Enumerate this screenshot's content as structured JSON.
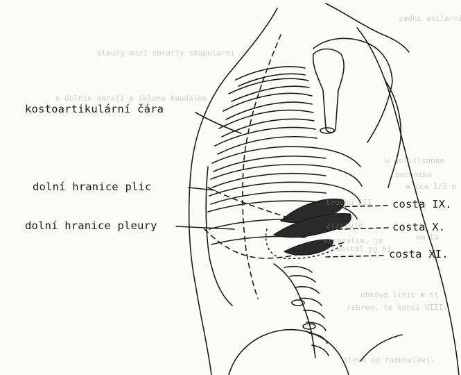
{
  "labels": {
    "kostoartikularni": "kostoartikulární čára",
    "plic": "dolní hranice plic",
    "pleury": "dolní hranice pleury",
    "costa_ix": "costa IX.",
    "costa_x": "costa X.",
    "costa_xi": "costa XI."
  },
  "bleed_through": [
    "zadni axilarni",
    "pleury mezi obratly skapularni",
    "o dolnim okraji a sklonu kaudalne",
    "u dolitlsaoae",
    "bochniku",
    "a cca 1/3 m",
    "trochu CII",
    "zjistuje",
    "wm to",
    "stranalia, je",
    "kostal pg 6)",
    "obkova linie m st",
    "rebrem, te konci VIII.",
    "sleva od radkoxlavi-"
  ],
  "colors": {
    "ink": "#1b1b1b",
    "paper": "#fbfbf8",
    "fill": "#2a2a2a"
  }
}
